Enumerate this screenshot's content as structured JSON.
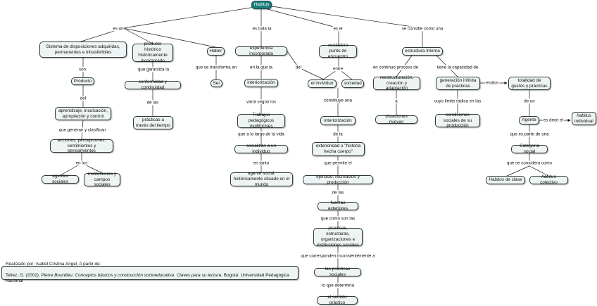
{
  "nodes": {
    "habitus": "Habitus",
    "sistema": "Sistema de disposiciones adquiridas, permanentes e intrasferibles",
    "producto_historico": "producto histórico históricamente incorporado",
    "haber": "Haber",
    "experiencia": "experiencia incorporada",
    "verdadero_punto": "verdadero punto de encuentro",
    "estructura_interna": "estructura interna",
    "producto": "Producto",
    "conformidad": "conformidad y continuidad",
    "ser": "Ser",
    "interiorizacion": "interiorización",
    "individuo": "el invividuo",
    "sociedad": "sociedad",
    "reestructuracion": "reestructuración, creación y adaptación",
    "generacion": "generación infinita de prácticas",
    "totalidad": "totalidad de gustos y prácticas",
    "aprendizaje": "aprendizaje, inculcación, apropiación y control",
    "practicas_tiempo": "prácticas a través del tiempo",
    "trabajos": "Trabajos pedagógicos multiformes",
    "interiorizacion2": "interiorización",
    "situaciones": "situaciones nuevas",
    "condiciones": "condiciones sociales de su producción",
    "agente": "Agente",
    "habitus_individual_italic": "habitus",
    "habitus_individual_rest": "individual",
    "acciones": "acciones, percepciones, sentimientos y pensamientos",
    "socializan": "socializan a un individuo",
    "exterioridad": "exterioridad o \"historia hecha cuerpo\"",
    "categoria": "Categoría social",
    "agentes_sociales": "agentes sociales",
    "instituciones_campos": "instituciones y campos sociales",
    "agente_social": "agente social, históricamente situado en el mundo",
    "ejercicio": "ejercicio, recreación y producción",
    "habitus_clase_italic": "Habitus",
    "habitus_clase_rest": "de clase",
    "habitus_colectivo_italic": "habitus",
    "habitus_colectivo_rest": "colectivo",
    "fuerzas": "fuerzas exteriores",
    "practicas_estructuras": "practicas, estructuras, organizaciones e instituciones sociales",
    "practicas_sociales": "las prácticas sociales",
    "sentido_practico": "el sentido práctico"
  },
  "labels": {
    "es_un": "es un",
    "es_toda_la": "es toda la",
    "es_el": "es el",
    "se_consibe": "se consibe como una",
    "son": "son",
    "que_garantiza": "que garantiza la",
    "que_se_transforma": "que se transforma en",
    "en_la_que": "en la que la",
    "del": "del",
    "entre": "entre",
    "en_continuo": "en continuo proceso de",
    "tiene_la_capacidad": "tiene la capacidad de",
    "estilos": "estilos",
    "del2": "del",
    "de_las": "de las",
    "varia_segun": "varía según los",
    "constituye": "constituye una",
    "a": "a",
    "cuyo_limite": "cuyo límite radica en las",
    "de_un": "de un",
    "que_generan": "que generan y clasifican",
    "que_a_lo_largo": "que a lo largo de la vida",
    "de_la": "de la",
    "es_decir_el": "es decir el",
    "que_es_parte": "que es parte de una",
    "en_los": "en los",
    "en_tanto": "en tanto",
    "que_permite": "que permite el",
    "que_se_considera": "que se considera como",
    "de_las2": "de las",
    "que_como_son": "que como son las",
    "que_corresponden": "que corresponden inconsientemente a",
    "lo_que_determina": "lo que determina"
  },
  "credits": {
    "line1": "Realizado por: Isabel Cristina Angel, A partir de:",
    "line2_pre": "Tellez, G. (2002). ",
    "line2_italic": "Pierre Bourdieu. Conceptos básicos y construcción socioeducativa. Claves para su lectura.",
    "line2_post": "  Bogotá: Universidad Pedagógica Nacional"
  },
  "colors": {
    "root_fill": "#1d7f7b",
    "node_fill": "#eef4f3",
    "edge": "#1a1a1a"
  }
}
